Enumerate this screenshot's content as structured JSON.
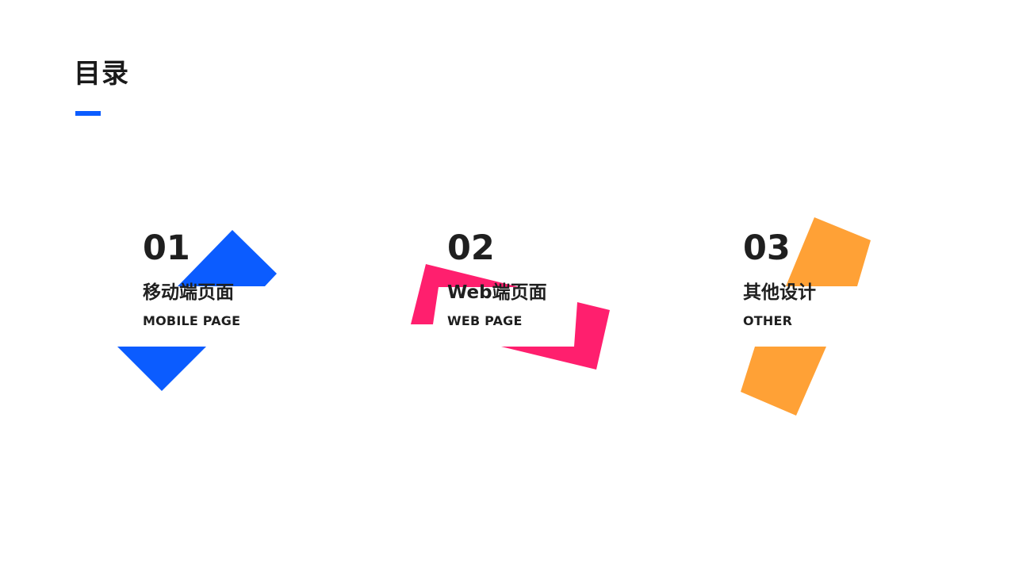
{
  "page": {
    "title": "目录"
  },
  "colors": {
    "accent_blue": "#0B5CFF",
    "accent_pink": "#FF1F6E",
    "accent_orange": "#FFA136",
    "text": "#1F1F1F"
  },
  "items": [
    {
      "number": "01",
      "title": "移动端页面",
      "subtitle": "MOBILE PAGE",
      "shape": "blue-triangles"
    },
    {
      "number": "02",
      "title": "Web端页面",
      "subtitle": "WEB PAGE",
      "shape": "pink-brackets"
    },
    {
      "number": "03",
      "title": "其他设计",
      "subtitle": "OTHER",
      "shape": "orange-parallelograms"
    }
  ]
}
